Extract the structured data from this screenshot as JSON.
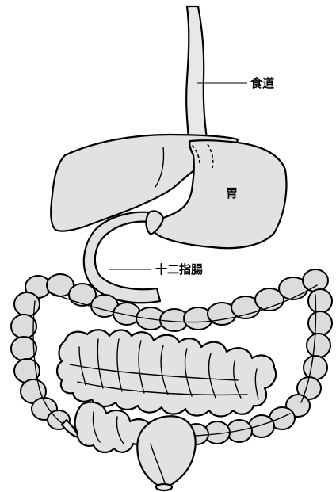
{
  "labels": {
    "esophagus": "食道",
    "stomach": "胃",
    "duodenum": "十二指腸"
  },
  "colors": {
    "organ_fill": "#e2e2e2",
    "outline": "#000000",
    "background": "#ffffff"
  }
}
